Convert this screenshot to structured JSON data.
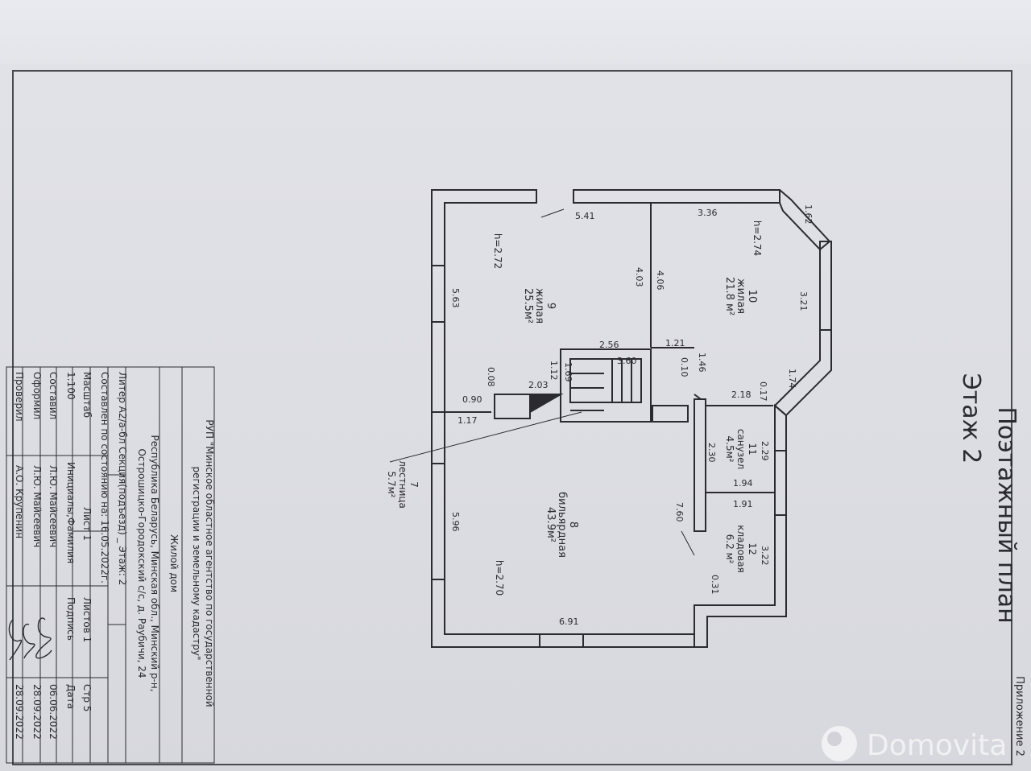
{
  "sheet": {
    "appendix": "Приложение 2",
    "title": "Поэтажный план",
    "floor_label": "Этаж 2"
  },
  "rooms": {
    "r9": {
      "num": "9",
      "type": "жилая",
      "area": "25.5м²",
      "height": "h=2.72"
    },
    "r10": {
      "num": "10",
      "type": "жилая",
      "area": "21.8 м²",
      "height": "h=2.74"
    },
    "r7": {
      "num": "7",
      "type": "лестница",
      "area": "5.7м²"
    },
    "r8": {
      "num": "8",
      "type": "бильярдная",
      "area": "43.9м²",
      "height": "h=2.70"
    },
    "r11": {
      "num": "11",
      "type": "санузел",
      "area": "4.5м²"
    },
    "r12": {
      "num": "12",
      "type": "кладовая",
      "area": "6.2 м²"
    }
  },
  "dims": {
    "d541": "5.41",
    "d336": "3.36",
    "d162": "1.62",
    "d321": "3.21",
    "d174": "1.74",
    "d563": "5.63",
    "d403": "4.03",
    "d406": "4.06",
    "d256": "2.56",
    "d121": "1.21",
    "d360": "3.60",
    "d010": "0.10",
    "d146": "1.46",
    "d112": "1.12",
    "d169": "1.69",
    "d203": "2.03",
    "d008": "0.08",
    "d090": "0.90",
    "d117": "1.17",
    "d218": "2.18",
    "d017": "0.17",
    "d229": "2.29",
    "d230": "2.30",
    "d194": "1.94",
    "d191": "1.91",
    "d760": "7.60",
    "d596": "5.96",
    "d322": "3.22",
    "d031": "0.31",
    "d691": "6.91"
  },
  "stamp": {
    "org_line1": "РУП \"Минское областное агентство по государственной",
    "org_line2": "регистрации и земельному кадастру\"",
    "object": "Жилой дом",
    "address1": "Республика Беларусь, Минская обл., Минский р-н,",
    "address2": "Острошицко-Городокский с/с, д. Раубичи, 24",
    "liter": "Литер А2/а-бл  Секция(подъезд) _  Этаж: 2",
    "state_date": "Составлен по состоянию на: 16.05.2022г.",
    "scale_label": "Масштаб",
    "sheet_label": "Лист 1",
    "sheets_label": "Листов 1",
    "page_label": "Стр 5",
    "scale_value": "1:100",
    "col_role": "",
    "col_names": "Инициалы,Фамилия",
    "col_sign": "Подпись",
    "col_date": "Дата",
    "rows": [
      {
        "role": "Составил",
        "name": "Л.Ю. Майсеевич",
        "date": "06.06.2022"
      },
      {
        "role": "Оформил",
        "name": "Л.Ю. Майсеевич",
        "date": "28.09.2022"
      },
      {
        "role": "Проверил",
        "name": "А.О. Крупенин",
        "date": "28.09.2022"
      }
    ]
  },
  "watermark": "Domovita",
  "colors": {
    "ink": "#2a2a30",
    "paper": "#dfe0e5",
    "frame": "#4a4a52"
  }
}
